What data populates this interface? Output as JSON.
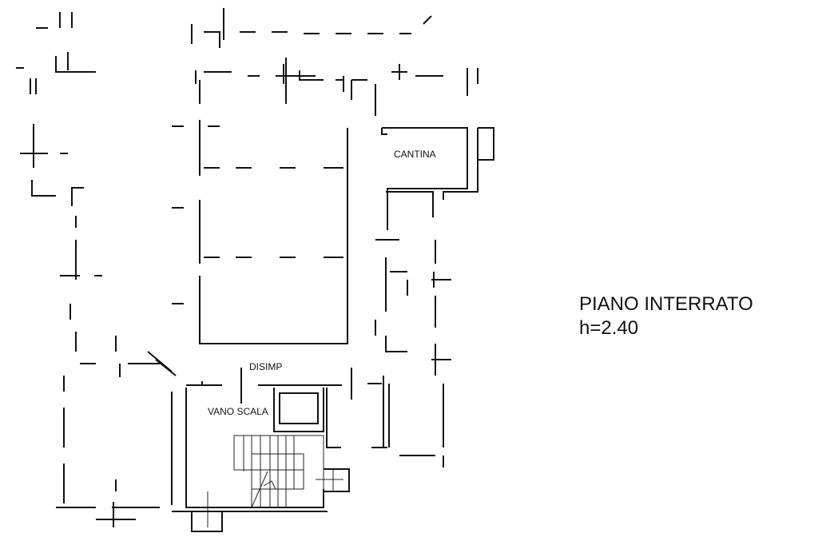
{
  "rooms": {
    "cantina": "CANTINA",
    "disimp": "DISIMP",
    "vano_scala": "VANO SCALA"
  },
  "plan_title": {
    "floor": "PIANO INTERRATO",
    "height": "h=2.40"
  },
  "colors": {
    "line": "#111111",
    "background": "#ffffff"
  }
}
